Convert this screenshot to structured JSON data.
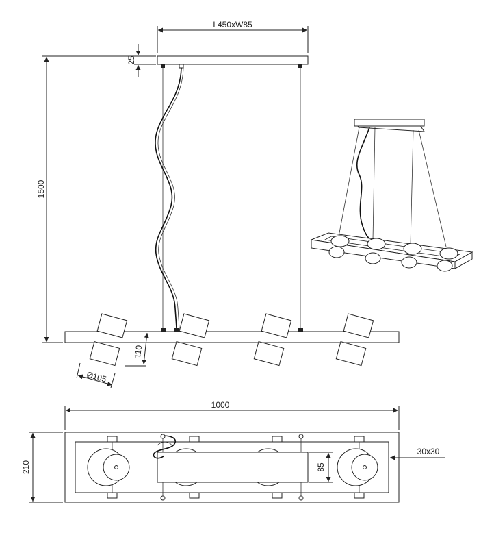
{
  "dimensions": {
    "canopy_size": "L450xW85",
    "canopy_height": "25",
    "total_height": "1500",
    "shade_height": "110",
    "shade_diameter": "Ø105",
    "bar_length": "1000",
    "bar_width": "210",
    "profile": "30x30",
    "center_block": "85"
  },
  "colors": {
    "line": "#222222",
    "background": "#ffffff"
  }
}
